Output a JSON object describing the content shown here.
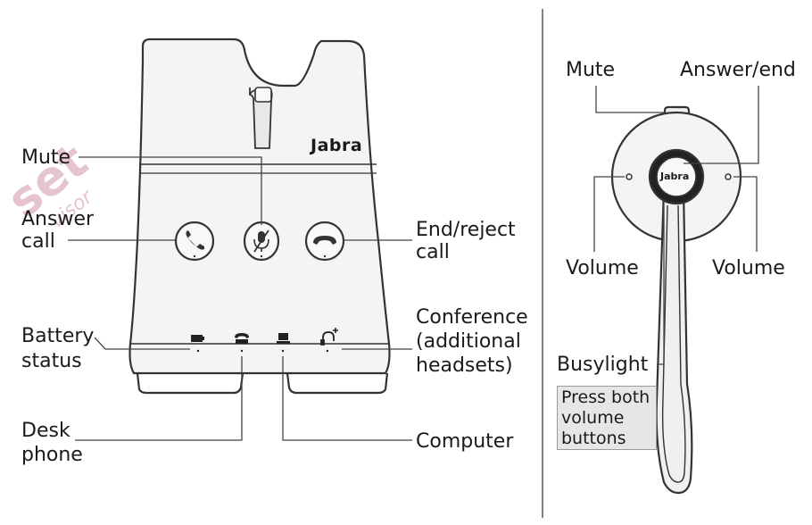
{
  "watermark": {
    "text": "Headset Advisor"
  },
  "base_station": {
    "logo": "Jabra",
    "labels": {
      "mute": "Mute",
      "answer_call": [
        "Answer",
        "call"
      ],
      "end_reject_call": [
        "End/reject",
        "call"
      ],
      "battery_status": [
        "Battery",
        "status"
      ],
      "conference": [
        "Conference",
        "(additional",
        "headsets)"
      ],
      "desk_phone": [
        "Desk",
        "phone"
      ],
      "computer": "Computer"
    }
  },
  "headset": {
    "logo": "Jabra",
    "labels": {
      "mute": "Mute",
      "answer_end": "Answer/end",
      "volume_left": "Volume",
      "volume_right": "Volume",
      "busylight": "Busylight",
      "busylight_note": [
        "Press both",
        "volume",
        "buttons"
      ]
    }
  },
  "colors": {
    "line": "#3a3a3a",
    "device_fill": "#f2f2f2",
    "watermark": "#d9a7b8",
    "note_bg": "#e6e6e6"
  }
}
